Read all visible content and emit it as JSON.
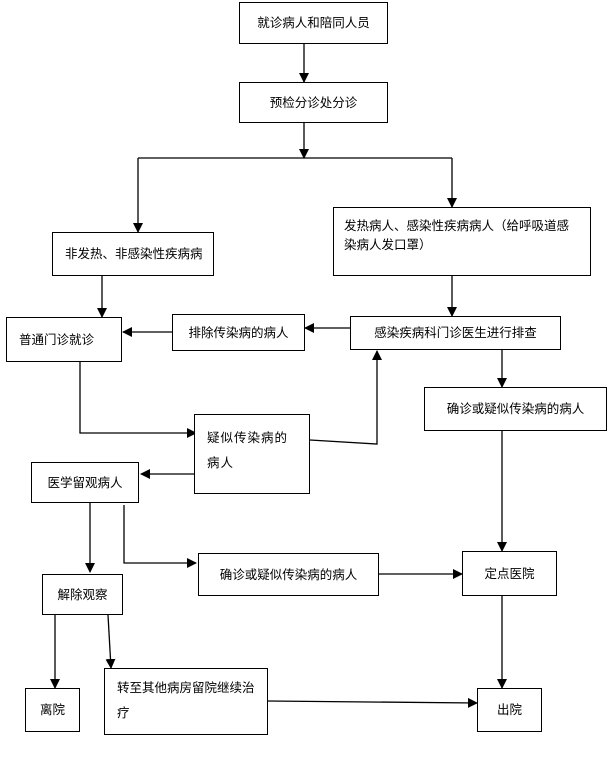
{
  "nodes": {
    "n1": "就诊病人和陪同人员",
    "n2": "预检分诊处分诊",
    "n3": "非发热、非感染性疾病病",
    "n4": "发热病人、感染性疾病病人（给呼吸道感染病人发口罩）",
    "n5": "普通门诊就诊",
    "n6": "排除传染病的病人",
    "n7": "感染疾病科门诊医生进行排查",
    "n8": "确诊或疑似传染病的病人",
    "n9": "疑似传染病的病人",
    "n10": "医学留观病人",
    "n11": "确诊或疑似传染病的病人",
    "n12": "定点医院",
    "n13": "解除观察",
    "n14": "离院",
    "n15": "转至其他病房留院继续治疗",
    "n16": "出院"
  }
}
